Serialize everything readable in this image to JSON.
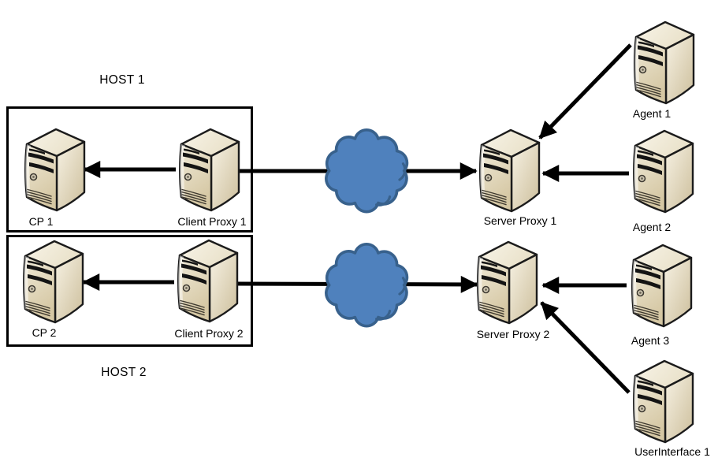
{
  "diagram": {
    "background": "#ffffff",
    "groups": [
      {
        "id": "host-1",
        "label": "HOST 1"
      },
      {
        "id": "host-2",
        "label": "HOST 2"
      }
    ],
    "nodes": [
      {
        "id": "cp-1",
        "label": "CP 1",
        "type": "server",
        "group": "host-1"
      },
      {
        "id": "client-proxy-1",
        "label": "Client Proxy 1",
        "type": "server",
        "group": "host-1"
      },
      {
        "id": "server-proxy-1",
        "label": "Server Proxy 1",
        "type": "server"
      },
      {
        "id": "agent-1",
        "label": "Agent 1",
        "type": "server"
      },
      {
        "id": "agent-2",
        "label": "Agent 2",
        "type": "server"
      },
      {
        "id": "cp-2",
        "label": "CP 2",
        "type": "server",
        "group": "host-2"
      },
      {
        "id": "client-proxy-2",
        "label": "Client Proxy 2",
        "type": "server",
        "group": "host-2"
      },
      {
        "id": "server-proxy-2",
        "label": "Server Proxy 2",
        "type": "server"
      },
      {
        "id": "agent-3",
        "label": "Agent 3",
        "type": "server"
      },
      {
        "id": "user-interface-1",
        "label": "UserInterface 1",
        "type": "server"
      }
    ],
    "clouds": [
      {
        "id": "network-cloud-1"
      },
      {
        "id": "network-cloud-2"
      }
    ],
    "edges": [
      {
        "from": "client-proxy-1",
        "to": "cp-1",
        "arrow": "to"
      },
      {
        "from": "client-proxy-1",
        "to": "server-proxy-1",
        "via": "network-cloud-1",
        "arrow": "to"
      },
      {
        "from": "agent-1",
        "to": "server-proxy-1",
        "arrow": "to"
      },
      {
        "from": "agent-2",
        "to": "server-proxy-1",
        "arrow": "to"
      },
      {
        "from": "client-proxy-2",
        "to": "cp-2",
        "arrow": "to"
      },
      {
        "from": "client-proxy-2",
        "to": "server-proxy-2",
        "via": "network-cloud-2",
        "arrow": "to"
      },
      {
        "from": "agent-3",
        "to": "server-proxy-2",
        "arrow": "to"
      },
      {
        "from": "user-interface-1",
        "to": "server-proxy-2",
        "arrow": "to"
      }
    ],
    "colors": {
      "cloud_fill": "#4F81BD",
      "cloud_stroke": "#38618C",
      "edge_line": "#000000",
      "box_border": "#000000",
      "server_front": "#E3D8BC",
      "server_side": "#D9CCA9",
      "server_top": "#F2ECDC",
      "label_text": "#000000"
    }
  }
}
